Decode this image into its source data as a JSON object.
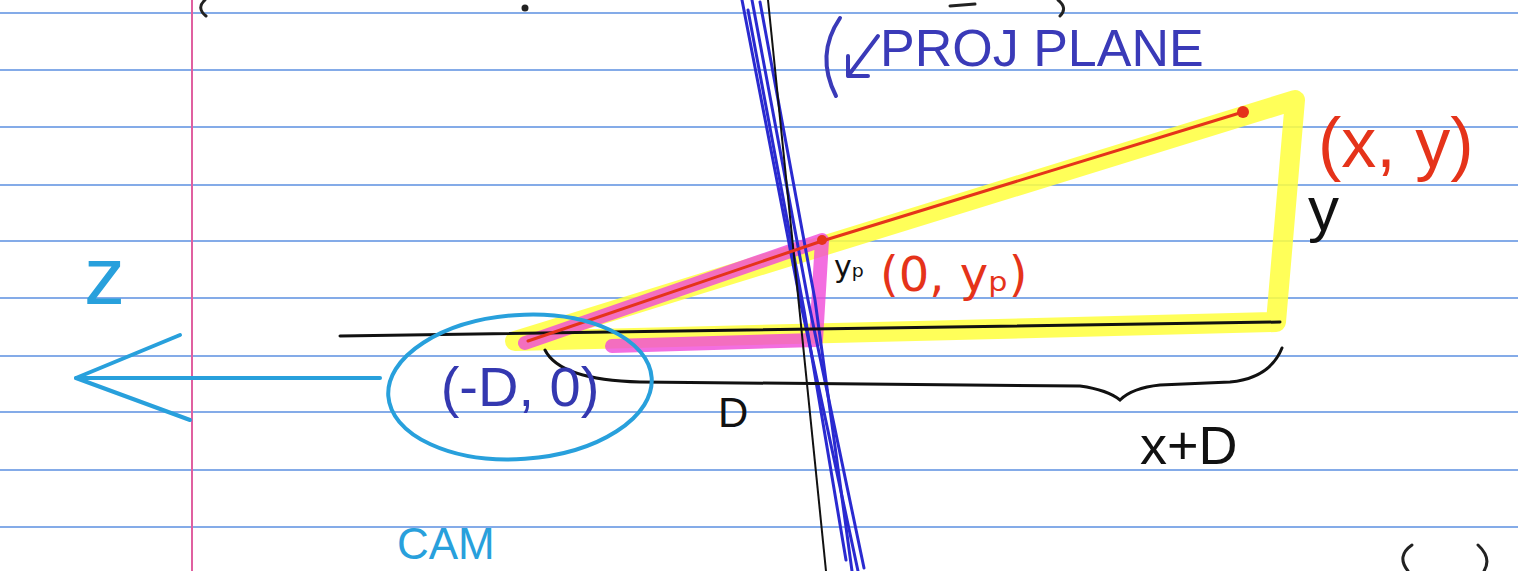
{
  "diagram": {
    "nodes": [
      {
        "text": [
          "(-D, 0)",
          "CAM"
        ]
      }
    ],
    "labels": [
      "PROJ PLANE",
      "(x, y)",
      "(0, yₚ)",
      "yₚ",
      "y",
      "D",
      "x+D",
      "z"
    ]
  }
}
